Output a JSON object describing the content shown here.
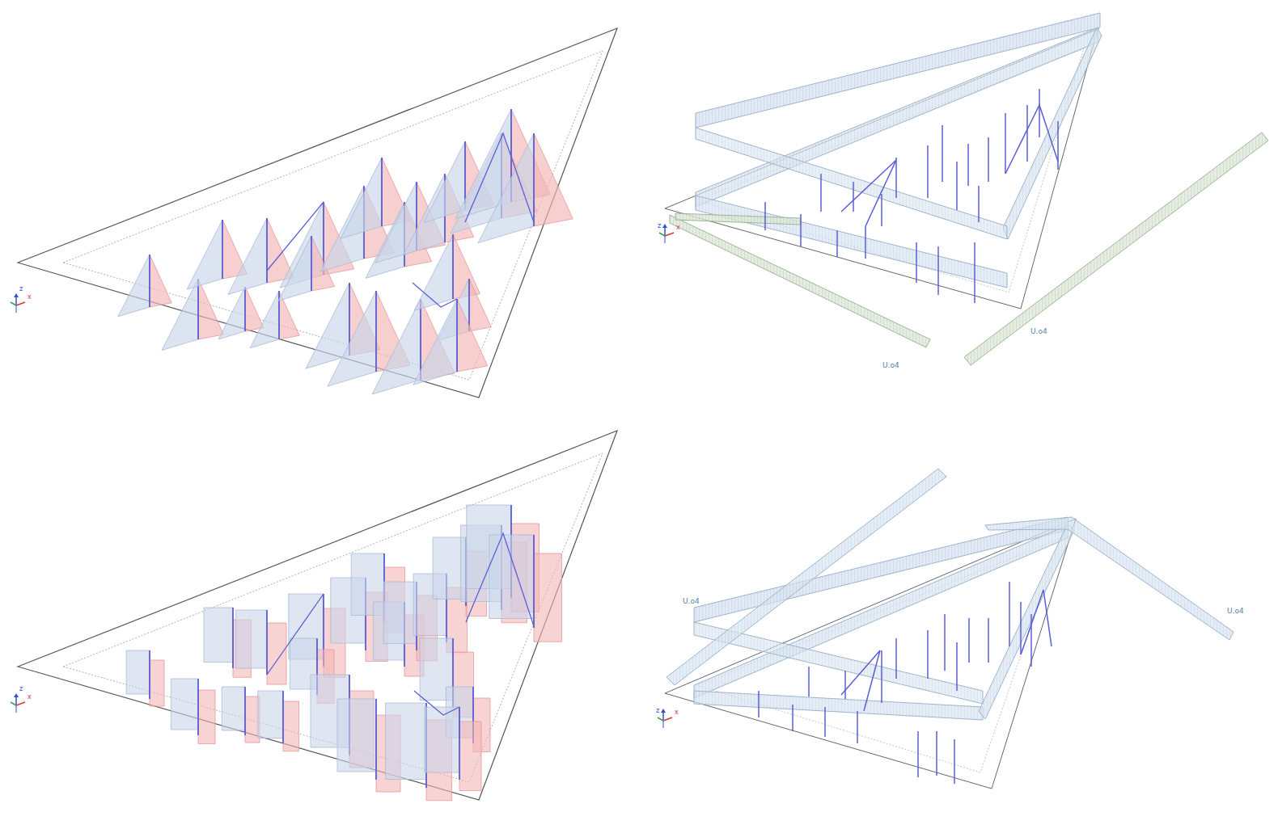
{
  "diagram": {
    "labels": [
      "U.o4",
      "U.o4",
      "U.o4",
      "U.o4",
      "x",
      "z",
      "x",
      "z",
      "x",
      "z",
      "x",
      "z"
    ]
  }
}
